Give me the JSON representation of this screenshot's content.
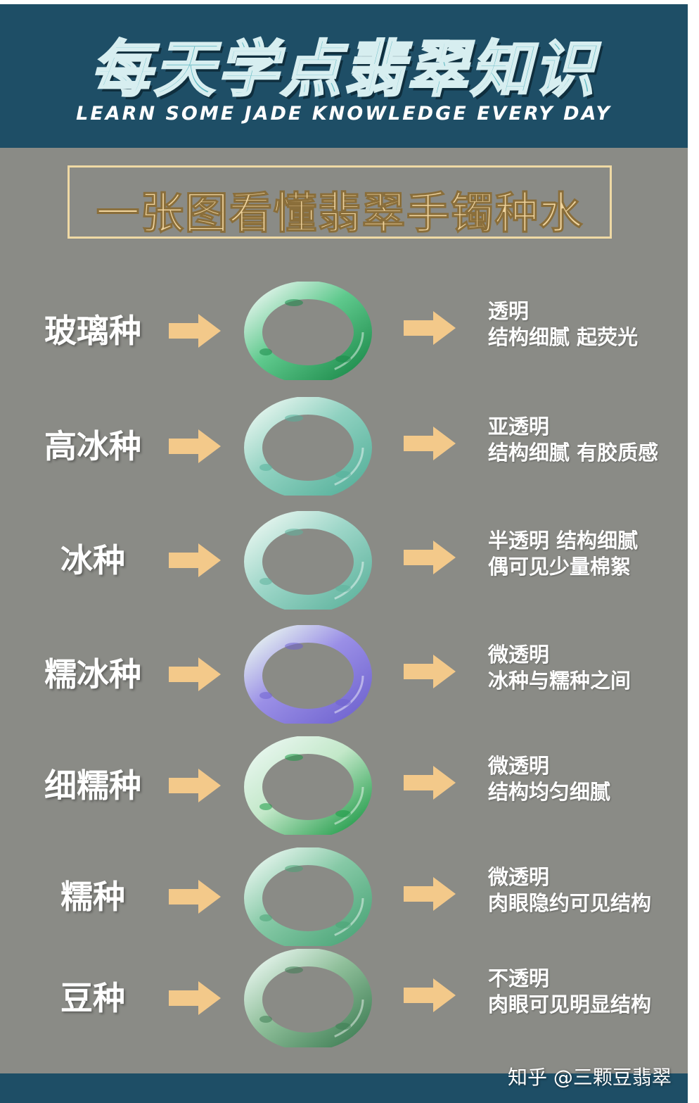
{
  "header": {
    "title_cn": "每天学点翡翠知识",
    "title_en": "LEARN SOME JADE KNOWLEDGE EVERY DAY"
  },
  "subtitle": "一张图看懂翡翠手镯种水",
  "rows": [
    {
      "name": "玻璃种",
      "desc_line1": "透明",
      "desc_line2": "结构细腻 起荧光",
      "bangle_color": "#5fc98d",
      "bangle_accent": "#1c8a4a"
    },
    {
      "name": "高冰种",
      "desc_line1": "亚透明",
      "desc_line2": "结构细腻 有胶质感",
      "bangle_color": "#8fd1c0",
      "bangle_accent": "#55b09a"
    },
    {
      "name": "冰种",
      "desc_line1": "半透明 结构细腻",
      "desc_line2": "偶可见少量棉絮",
      "bangle_color": "#9dd6c8",
      "bangle_accent": "#5eb39d"
    },
    {
      "name": "糯冰种",
      "desc_line1": "微透明",
      "desc_line2": "冰种与糯种之间",
      "bangle_color": "#9a8fe6",
      "bangle_accent": "#6f63cf"
    },
    {
      "name": "细糯种",
      "desc_line1": "微透明",
      "desc_line2": "结构均匀细腻",
      "bangle_color": "#c3e8c9",
      "bangle_accent": "#1e9a47"
    },
    {
      "name": "糯种",
      "desc_line1": "微透明",
      "desc_line2": "肉眼隐约可见结构",
      "bangle_color": "#86c9a6",
      "bangle_accent": "#4aa477"
    },
    {
      "name": "豆种",
      "desc_line1": "不透明",
      "desc_line2": "肉眼可见明显结构",
      "bangle_color": "#8fbf9a",
      "bangle_accent": "#3e7d54"
    }
  ],
  "watermark": "知乎 @三颗豆翡翠",
  "colors": {
    "header_bg": "#1e4e66",
    "panel_bg": "#8a8b86",
    "subtitle_gold": "#efd39c",
    "arrow": "#f3c98a"
  }
}
